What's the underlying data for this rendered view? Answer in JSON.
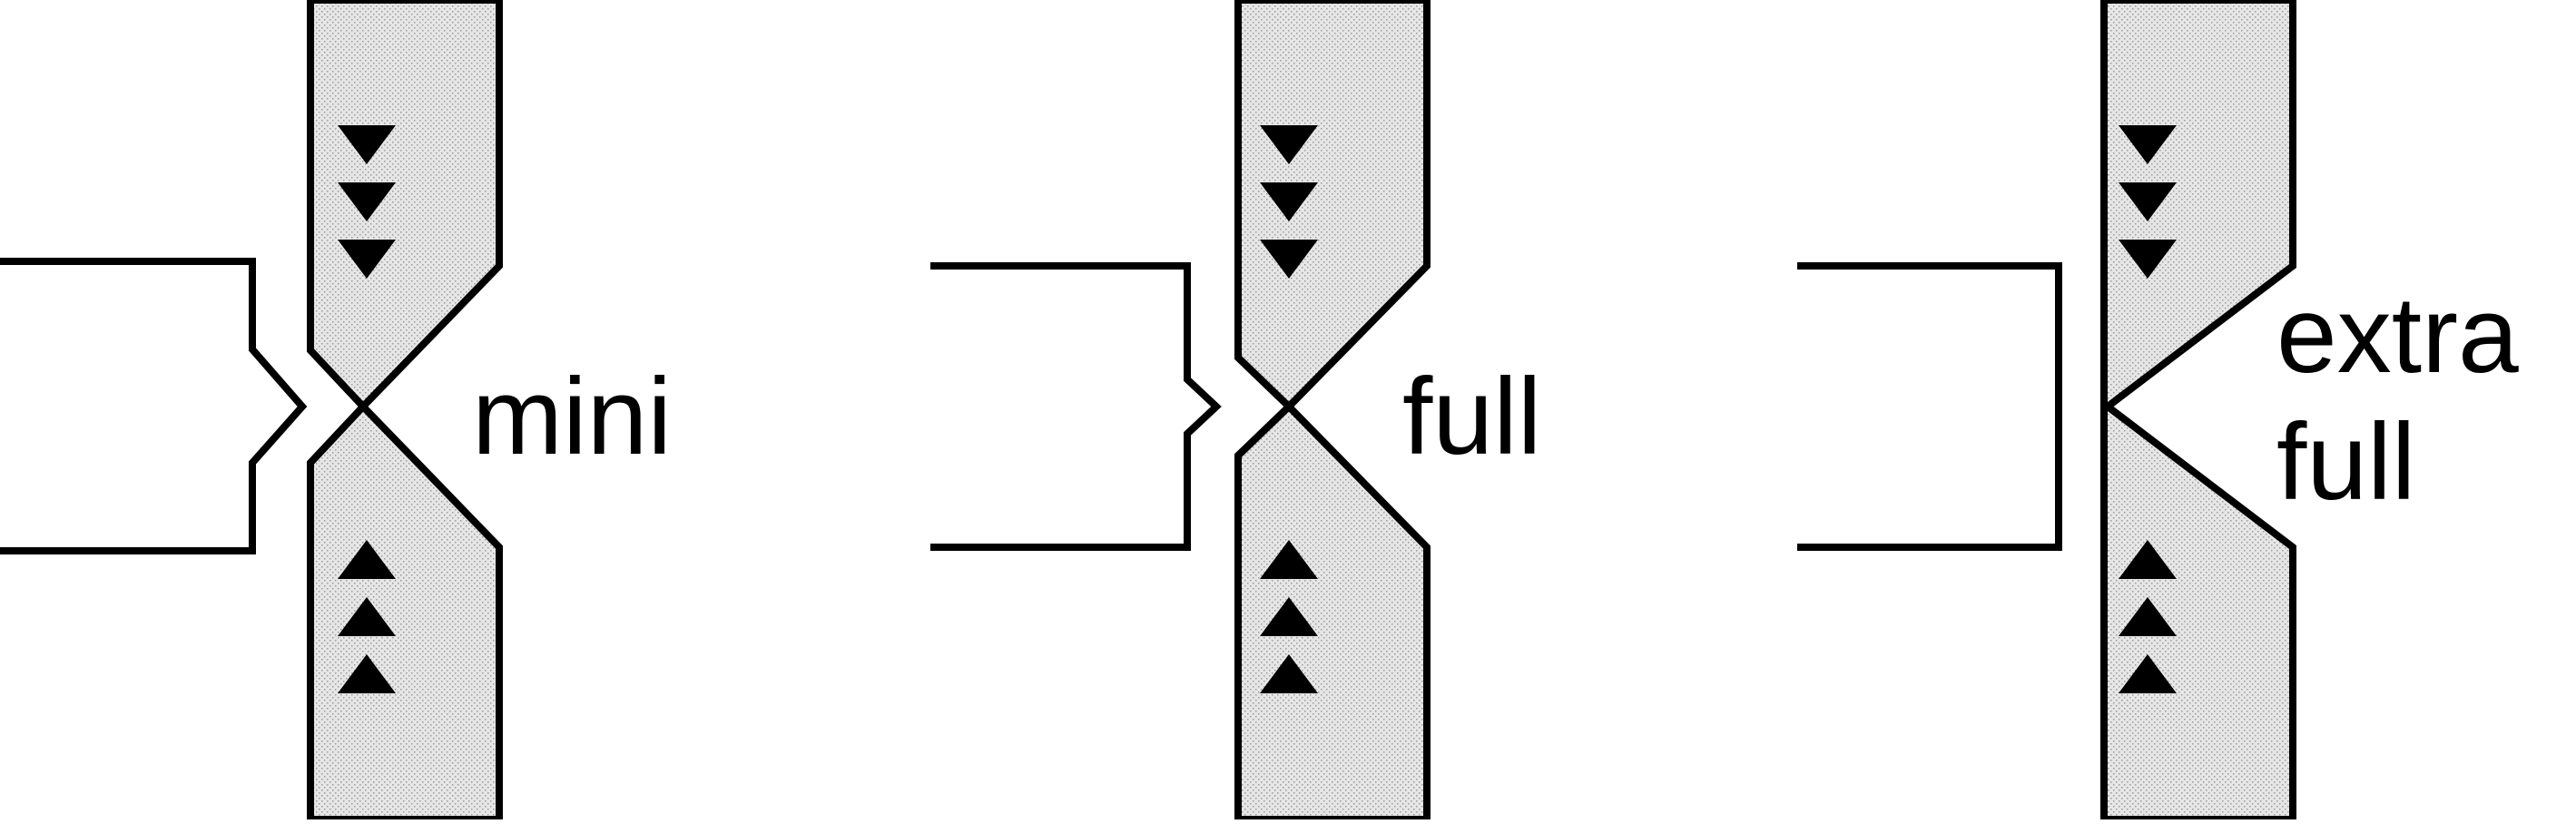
{
  "diagram": {
    "colors": {
      "line": "#000000",
      "plate_fill": "#e3e3e3",
      "background": "#ffffff"
    },
    "panels": [
      {
        "id": "mini",
        "label_lines": [
          "mini"
        ]
      },
      {
        "id": "full",
        "label_lines": [
          "full"
        ]
      },
      {
        "id": "extra",
        "label_lines": [
          "extra",
          "full"
        ]
      }
    ]
  }
}
